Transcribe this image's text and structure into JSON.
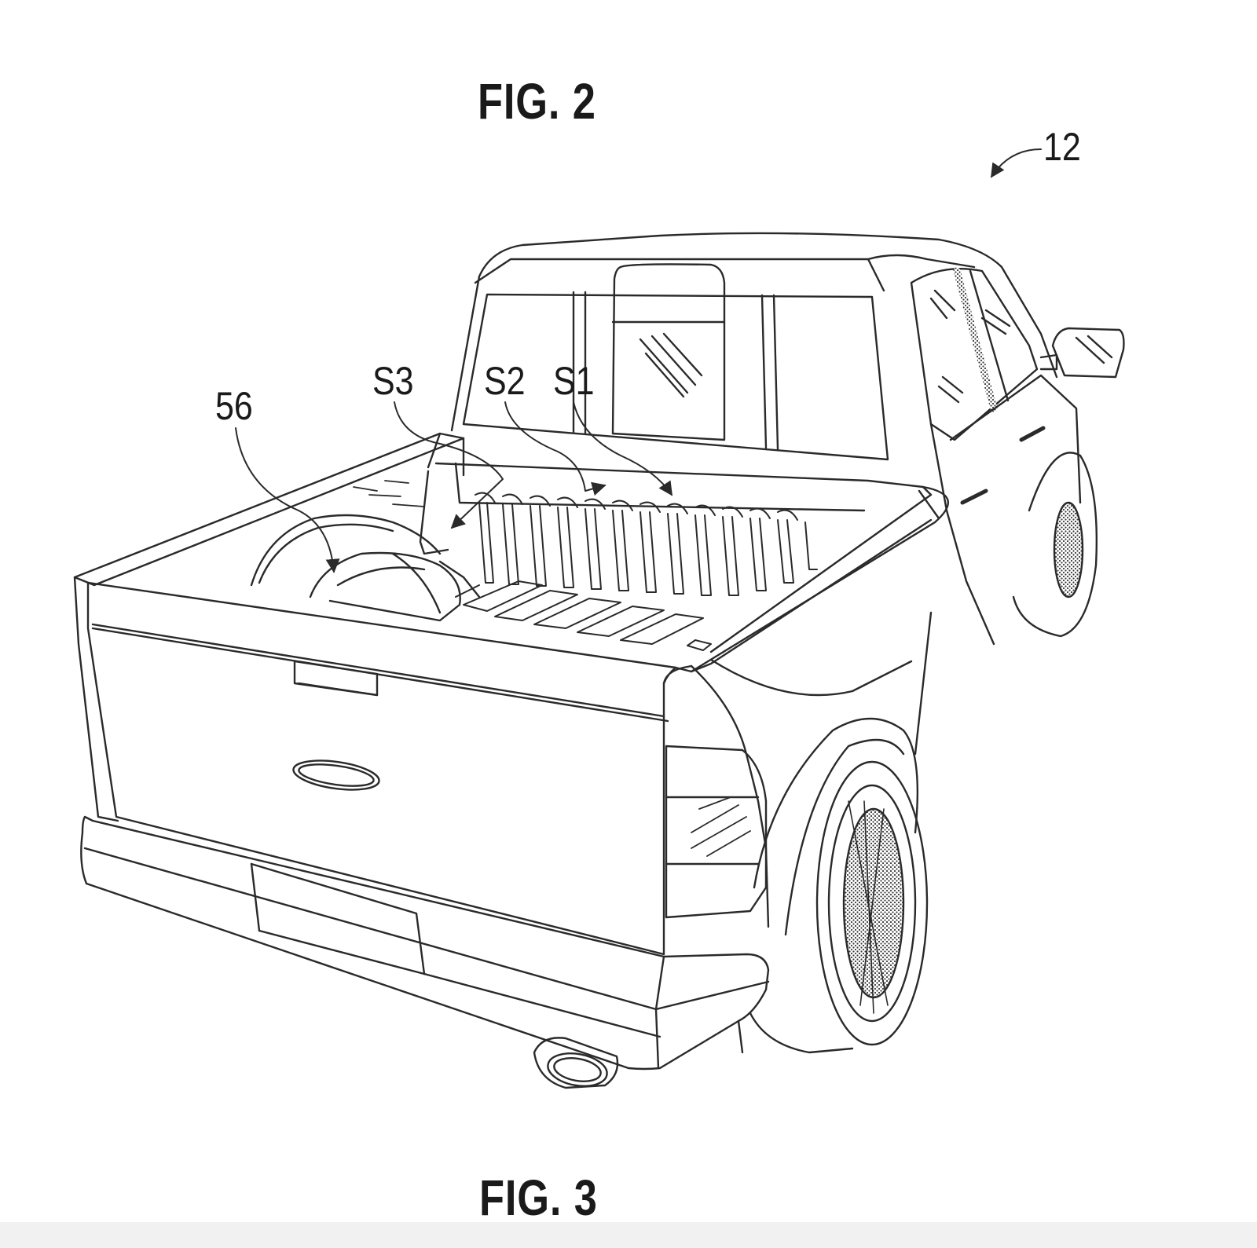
{
  "figures": {
    "upper_title": "FIG. 2",
    "lower_title": "FIG. 3"
  },
  "reference_numerals": {
    "vehicle": "12",
    "bed_object": "56",
    "sensor_1": "S1",
    "sensor_2": "S2",
    "sensor_3": "S3"
  },
  "colors": {
    "line": "#2a2a2a",
    "paper": "#ffffff",
    "bottom_band": "#f1f1f1"
  }
}
